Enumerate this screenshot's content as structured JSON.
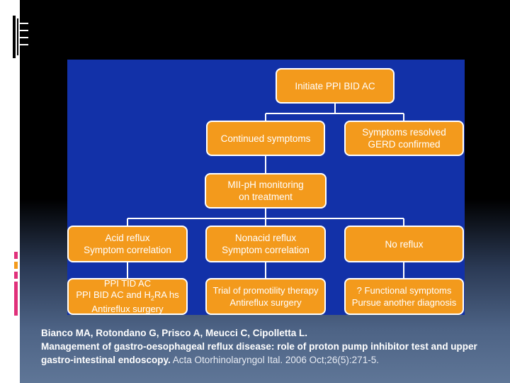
{
  "diagram": {
    "nodes": {
      "initiate": {
        "lines": [
          "Initiate PPI BID AC"
        ]
      },
      "continued": {
        "lines": [
          "Continued symptoms"
        ]
      },
      "resolved": {
        "lines": [
          "Symptoms resolved",
          "GERD confirmed"
        ]
      },
      "mii": {
        "lines": [
          "MII-pH monitoring",
          "on treatment"
        ]
      },
      "acid": {
        "lines": [
          "Acid reflux",
          "Symptom correlation"
        ]
      },
      "nonacid": {
        "lines": [
          "Nonacid reflux",
          "Symptom correlation"
        ]
      },
      "noreflux": {
        "lines": [
          "No reflux"
        ]
      },
      "ppi_tid": {
        "line1": "PPI TID AC",
        "line2_pre": "PPI BID AC and H",
        "line2_sub": "2",
        "line2_post": "RA hs",
        "line3": "Antireflux surgery"
      },
      "promotility": {
        "lines": [
          "Trial of promotility therapy",
          "Antireflux surgery"
        ]
      },
      "functional": {
        "lines": [
          "? Functional symptoms",
          "Pursue another diagnosis"
        ]
      }
    },
    "colors": {
      "background": "#1231a8",
      "box": "#f39a1c",
      "connector": "#ffffff"
    }
  },
  "citation": {
    "authors": "Bianco MA, Rotondano G, Prisco A, Meucci C, Cipolletta L.",
    "title": "Management of gastro-oesophageal reflux disease: role of proton pump inhibitor test and upper gastro-intestinal endoscopy.",
    "journal": "Acta Otorhinolaryngol Ital. 2006 Oct;26(5):271-5."
  }
}
